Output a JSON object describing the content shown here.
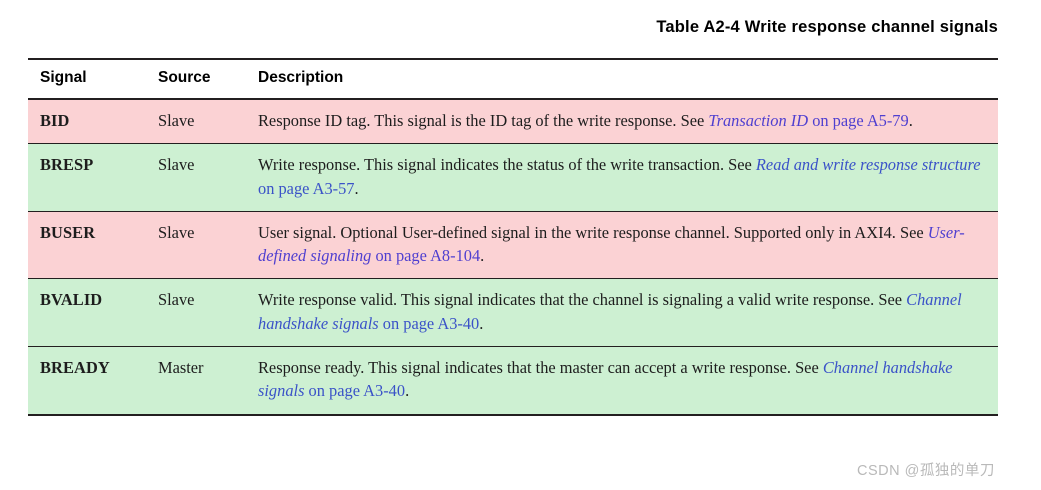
{
  "caption": "Table A2-4 Write response channel signals",
  "table": {
    "columns": [
      "Signal",
      "Source",
      "Description"
    ],
    "rows": [
      {
        "highlight": "pink",
        "signal": "BID",
        "source": "Slave",
        "desc_pre": "Response ID tag. This signal is the ID tag of the write response. See ",
        "desc_link_italic": "Transaction ID",
        "desc_link_tail": " on page A5-79",
        "desc_post": "."
      },
      {
        "highlight": "green",
        "signal": "BRESP",
        "source": "Slave",
        "desc_pre": "Write response. This signal indicates the status of the write transaction. See ",
        "desc_link_italic": "Read and write response structure",
        "desc_link_tail": " on page A3-57",
        "desc_post": "."
      },
      {
        "highlight": "pink",
        "signal": "BUSER",
        "source": "Slave",
        "desc_pre": "User signal. Optional User-defined signal in the write response channel. Supported only in AXI4. See ",
        "desc_link_italic": "User-defined signaling",
        "desc_link_tail": " on page A8-104",
        "desc_post": "."
      },
      {
        "highlight": "green",
        "signal": "BVALID",
        "source": "Slave",
        "desc_pre": "Write response valid. This signal indicates that the channel is signaling a valid write response. See ",
        "desc_link_italic": "Channel handshake signals",
        "desc_link_tail": " on page A3-40",
        "desc_post": "."
      },
      {
        "highlight": "green",
        "signal": "BREADY",
        "source": "Master",
        "desc_pre": "Response ready. This signal indicates that the master can accept a write response. See ",
        "desc_link_italic": "Channel handshake signals",
        "desc_link_tail": " on page A3-40",
        "desc_post": "."
      }
    ]
  },
  "watermark": "CSDN @孤独的单刀",
  "colors": {
    "row_pink": "#fbd2d4",
    "row_green": "#cdf0d2",
    "link_pink_row": "#4f3fd0",
    "link_green_row": "#3a52c8",
    "rule": "#231f20",
    "text": "#1d1d1d",
    "watermark": "#b9b9b9"
  }
}
